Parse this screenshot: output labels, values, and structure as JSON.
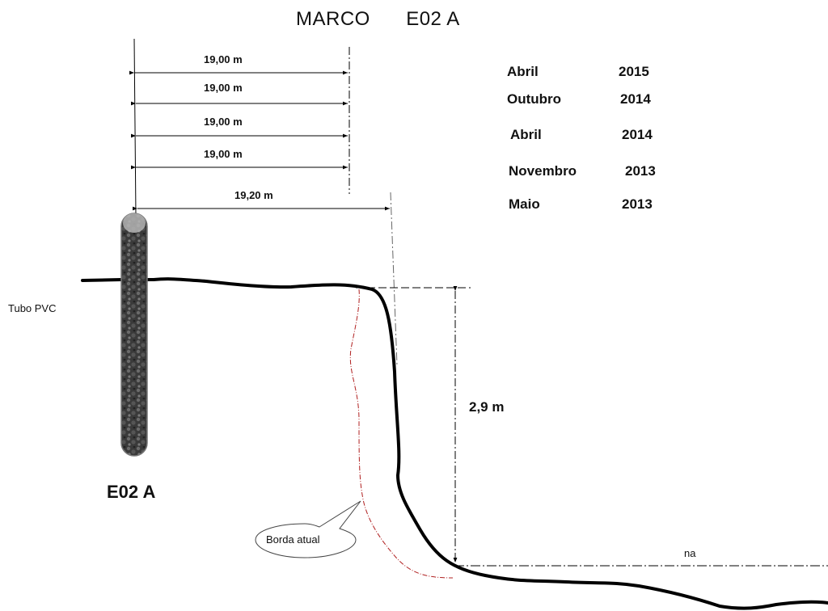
{
  "title": {
    "marco": "MARCO",
    "code": "E02 A"
  },
  "measurements": [
    "19,00 m",
    "19,00 m",
    "19,00 m",
    "19,00 m",
    "19,20 m"
  ],
  "survey_dates": [
    {
      "month": "Abril",
      "year": "2015"
    },
    {
      "month": "Outubro",
      "year": "2014"
    },
    {
      "month": "Abril",
      "year": "2014"
    },
    {
      "month": "Novembro",
      "year": "2013"
    },
    {
      "month": "Maio",
      "year": "2013"
    }
  ],
  "labels": {
    "tubo": "Tubo PVC",
    "height": "2,9 m",
    "marker": "E02 A",
    "borda": "Borda atual",
    "na": "na"
  },
  "colors": {
    "line": "#000000",
    "border_current": "#b02020",
    "pipe": "#333333"
  }
}
